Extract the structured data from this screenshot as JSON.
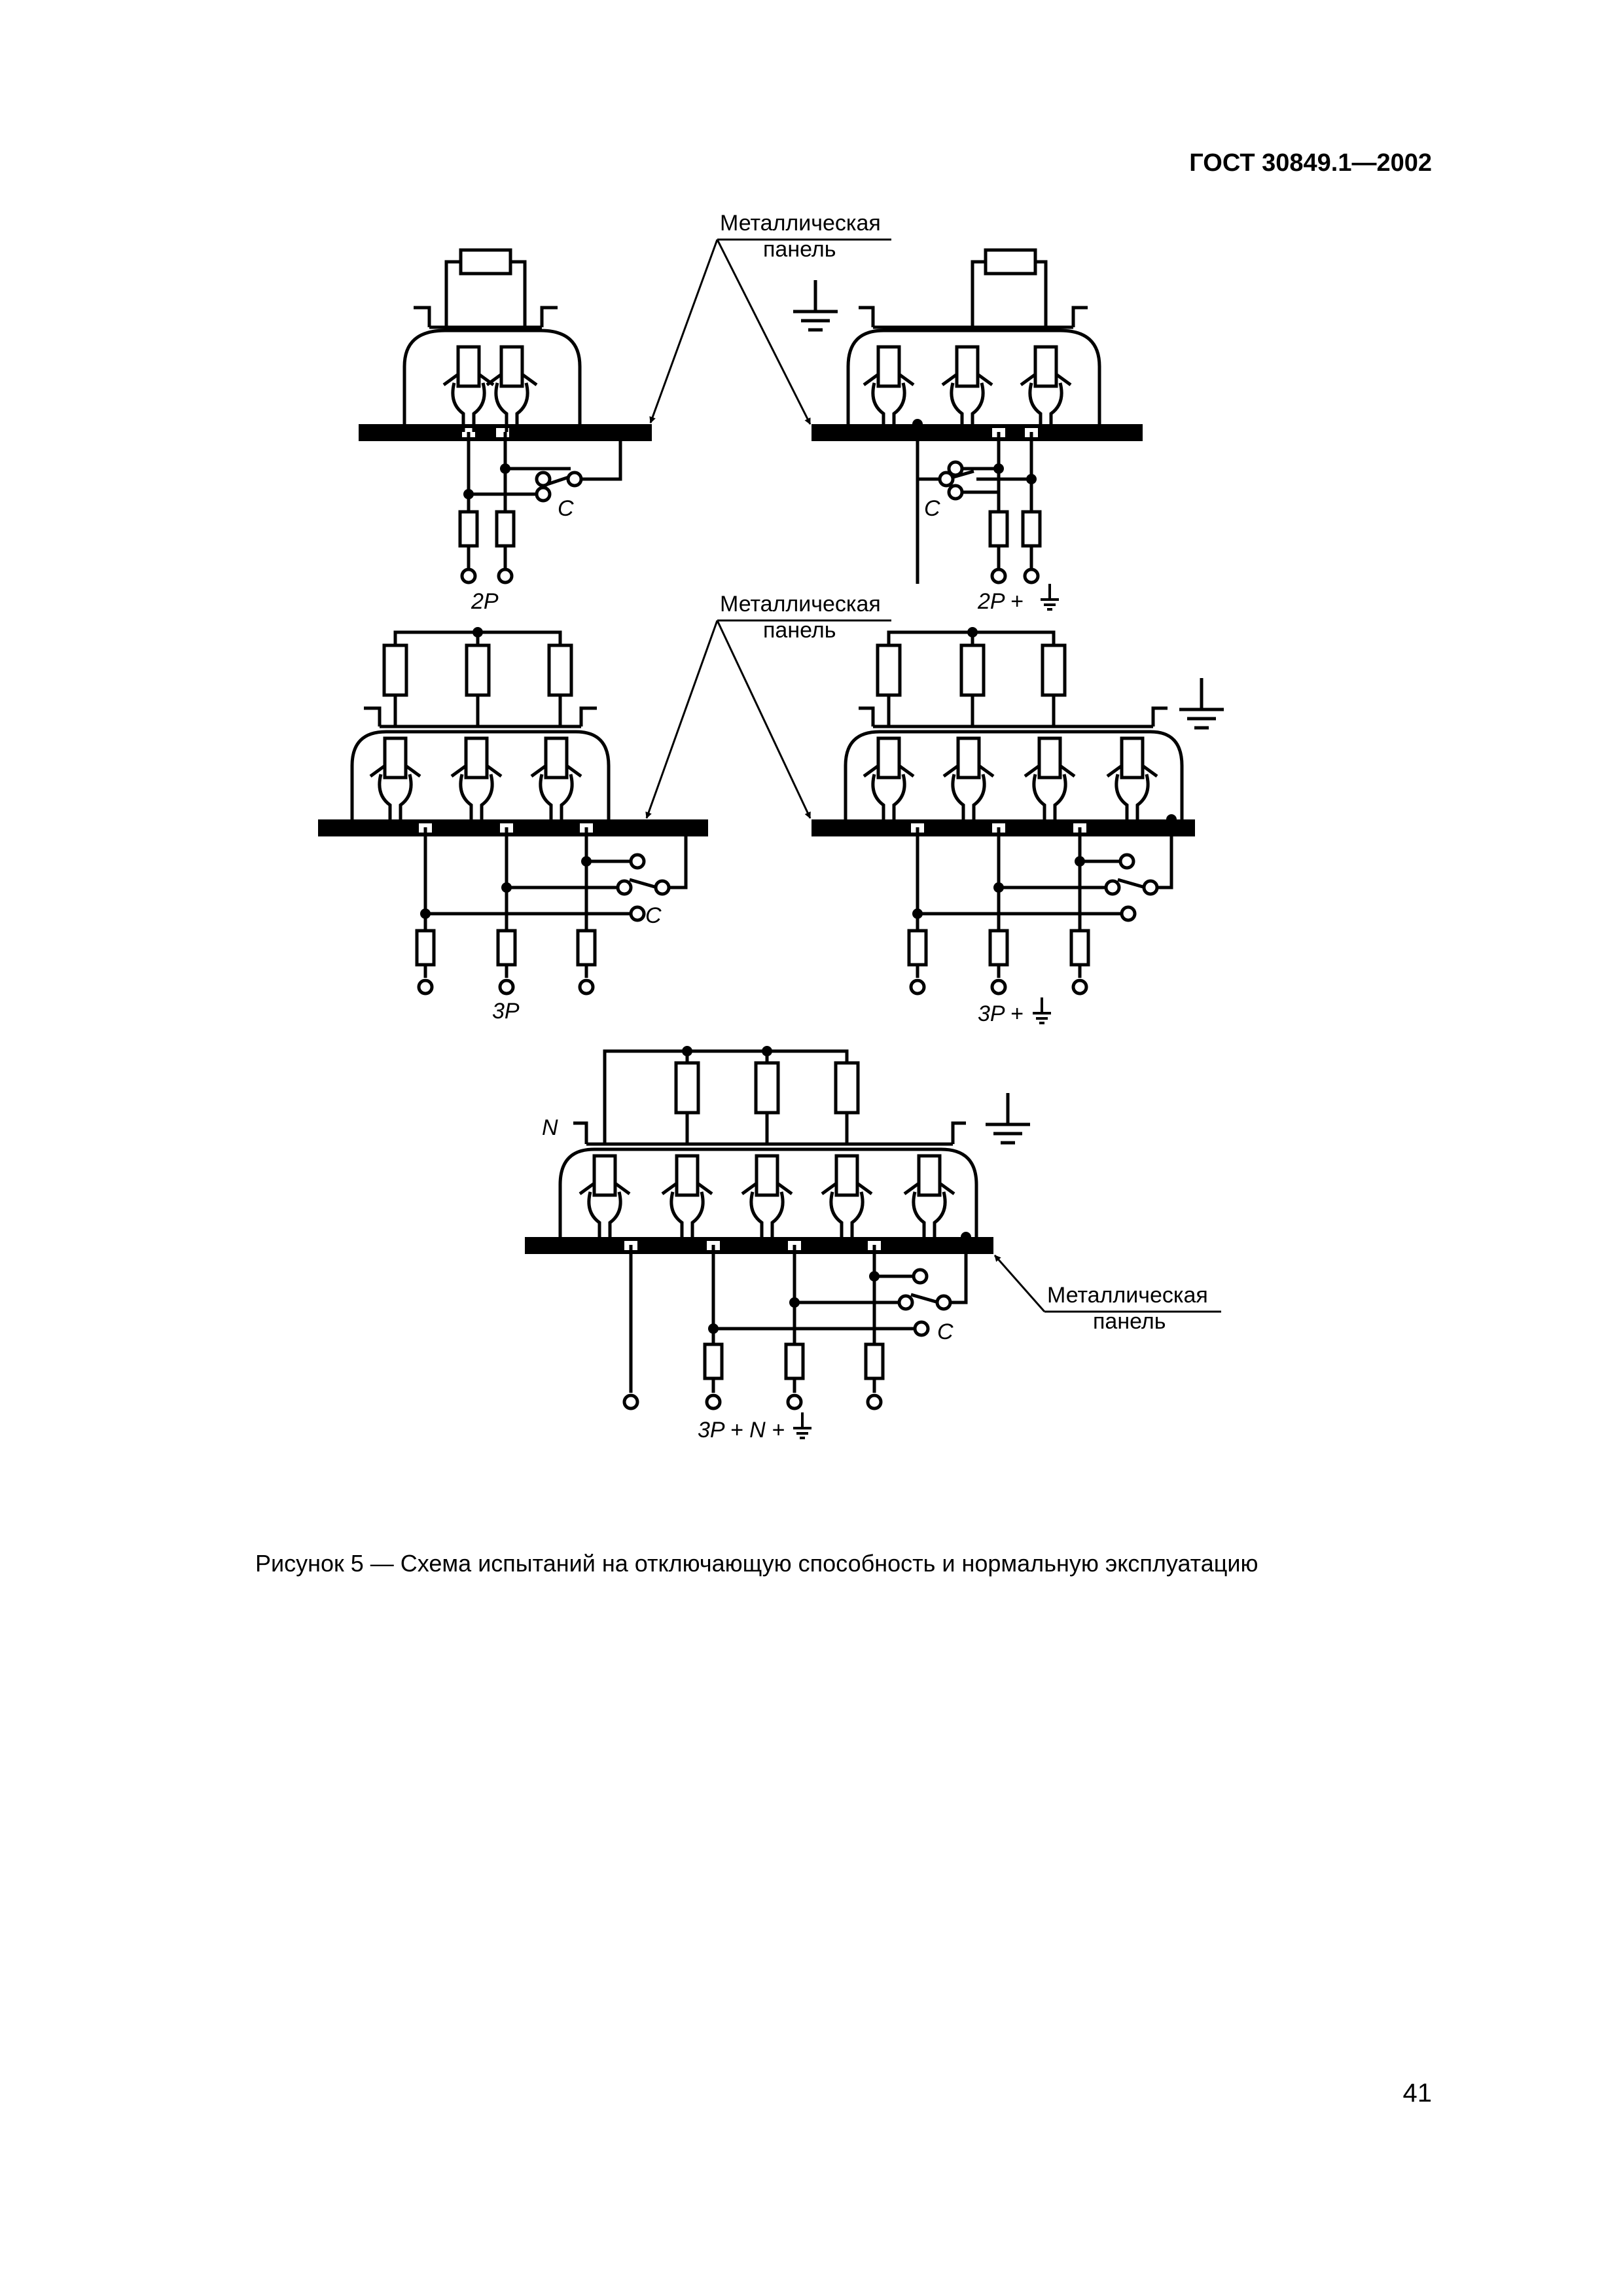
{
  "header": {
    "standard": "ГОСТ 30849.1—2002"
  },
  "labels": {
    "panel_line1": "Металлическая",
    "panel_line2": "панель",
    "switch": "C",
    "neutral": "N"
  },
  "configs": {
    "d2p": "2P",
    "d2p_ground": "2P +",
    "d3p": "3P",
    "d3p_ground": "3P +",
    "d3pn_ground": "3P + N +"
  },
  "caption": "Рисунок 5 — Схема испытаний на отключающую способность и нормальную эксплуатацию",
  "page_number": "41"
}
